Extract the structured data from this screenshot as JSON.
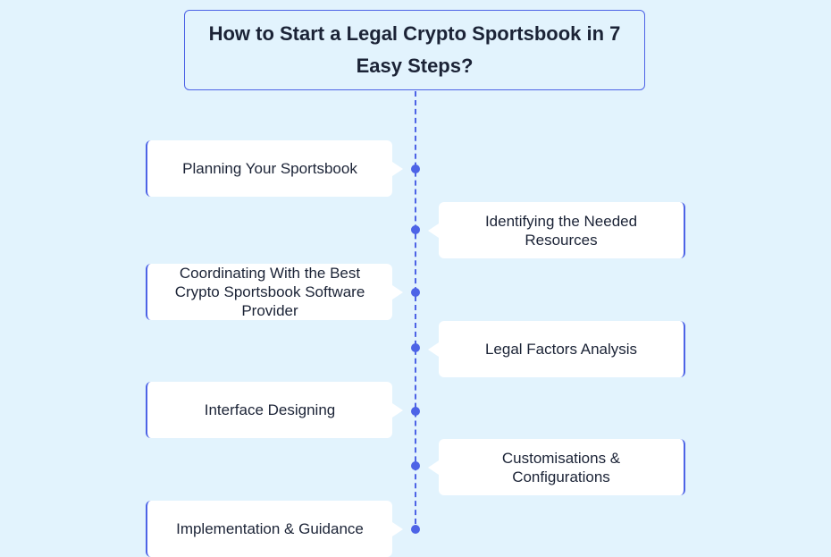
{
  "title": "How to Start a Legal Crypto Sportsbook in 7 Easy Steps?",
  "steps": [
    {
      "label": "Planning Your Sportsbook",
      "side": "left"
    },
    {
      "label": "Identifying the Needed Resources",
      "side": "right"
    },
    {
      "label": "Coordinating With the Best Crypto Sportsbook Software Provider",
      "side": "left"
    },
    {
      "label": "Legal Factors Analysis",
      "side": "right"
    },
    {
      "label": "Interface Designing",
      "side": "left"
    },
    {
      "label": "Customisations & Configurations",
      "side": "right"
    },
    {
      "label": "Implementation & Guidance",
      "side": "left"
    }
  ],
  "colors": {
    "background": "#e2f3fd",
    "accent": "#4d63e6",
    "card": "#ffffff",
    "text": "#1b2336"
  }
}
